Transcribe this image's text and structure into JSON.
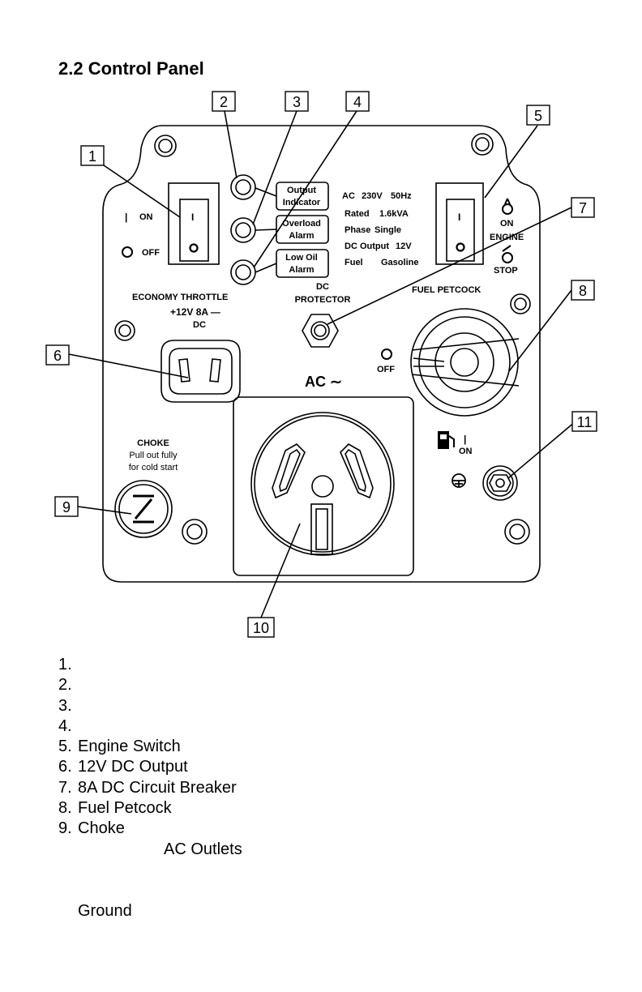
{
  "heading": "2.2 Control Panel",
  "panel": {
    "callouts": [
      "1",
      "2",
      "3",
      "4",
      "5",
      "6",
      "7",
      "8",
      "9",
      "10",
      "11"
    ],
    "switch_on": "ON",
    "switch_off": "OFF",
    "switch_bar_glyph": "|",
    "rocker_on_glyph": "I",
    "rocker_off_glyph": "O",
    "indicator_output": [
      "Output",
      "Indicator"
    ],
    "indicator_overload": [
      "Overload",
      "Alarm"
    ],
    "indicator_low_oil": [
      "Low Oil",
      "Alarm"
    ],
    "specs": [
      [
        "AC",
        "230V",
        "50Hz"
      ],
      [
        "Rated",
        "1.6kVA"
      ],
      [
        "Phase",
        "Single"
      ],
      [
        "DC Output",
        "12V"
      ],
      [
        "Fuel",
        "Gasoline"
      ]
    ],
    "economy_throttle": "ECONOMY THROTTLE",
    "dc_output_label": "+12V 8A —",
    "dc_label": "DC",
    "dc_protector": [
      "DC",
      "PROTECTOR"
    ],
    "engine_on": "ON",
    "engine_label": "ENGINE",
    "engine_stop": "STOP",
    "fuel_petcock": "FUEL  PETCOCK",
    "fuel_off": "OFF",
    "ac_label": "AC ∼",
    "fuel_on_glyph": "|",
    "fuel_on": "ON",
    "choke": [
      "CHOKE",
      "Pull out fully",
      "for cold start"
    ]
  },
  "legend": [
    {
      "number": "1.",
      "text": ""
    },
    {
      "number": "2.",
      "text": ""
    },
    {
      "number": "3.",
      "text": ""
    },
    {
      "number": "4.",
      "text": ""
    },
    {
      "number": "5.",
      "text": "Engine Switch"
    },
    {
      "number": "6.",
      "text": "12V DC Output"
    },
    {
      "number": "7.",
      "text": "8A DC Circuit Breaker"
    },
    {
      "number": "8.",
      "text": "Fuel Petcock"
    },
    {
      "number": "9.",
      "text": "Choke"
    },
    {
      "number": "",
      "text": "AC Outlets"
    },
    {
      "number": "",
      "text": ""
    },
    {
      "number": "",
      "text": ""
    },
    {
      "number": "",
      "text": "Ground"
    }
  ]
}
